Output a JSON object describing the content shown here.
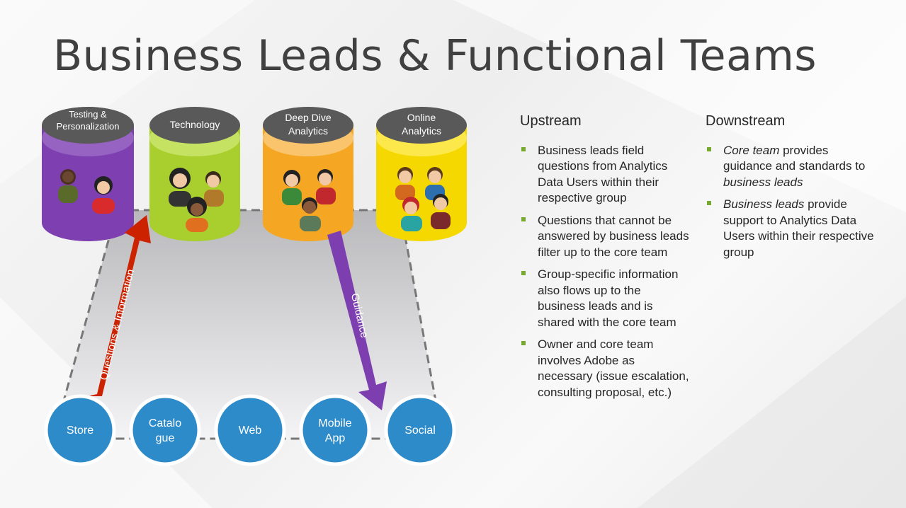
{
  "slide": {
    "title": "Business Leads & Functional Teams"
  },
  "teams": [
    {
      "label_line1": "Testing &",
      "label_line2": "Personalization",
      "color": "#7e3fb0"
    },
    {
      "label_line1": "Technology",
      "label_line2": "",
      "color": "#a8cf2e"
    },
    {
      "label_line1": "Deep Dive",
      "label_line2": "Analytics",
      "color": "#f5a623"
    },
    {
      "label_line1": "Online",
      "label_line2": "Analytics",
      "color": "#f5d800"
    }
  ],
  "channels": [
    {
      "line1": "Store",
      "line2": ""
    },
    {
      "line1": "Catalo",
      "line2": "gue"
    },
    {
      "line1": "Web",
      "line2": ""
    },
    {
      "line1": "Mobile",
      "line2": "App"
    },
    {
      "line1": "Social",
      "line2": ""
    }
  ],
  "arrows": {
    "up_label": "Questions & Information",
    "down_label": "Guidance",
    "up_color": "#cc2200",
    "down_color": "#7d3fb0"
  },
  "colors": {
    "channel_circle": "#2e8bc9",
    "cylinder_top": "#595959",
    "bullet": "#77a830",
    "title": "#404040"
  },
  "upstream": {
    "heading": "Upstream",
    "items": [
      "Business leads field questions from Analytics Data Users within their respective group",
      "Questions that cannot be answered by business leads filter up to the core team",
      "Group-specific information also flows up to the business leads and is shared with the core team",
      "Owner and core team involves Adobe as necessary (issue escalation, consulting proposal, etc.)"
    ]
  },
  "downstream": {
    "heading": "Downstream",
    "items": [
      {
        "em": "Core team",
        "text": " provides guidance and standards to ",
        "em2": "business leads",
        "text2": ""
      },
      {
        "em": "Business leads",
        "text": " provide support to Analytics Data Users within their respective group",
        "em2": "",
        "text2": ""
      }
    ]
  }
}
